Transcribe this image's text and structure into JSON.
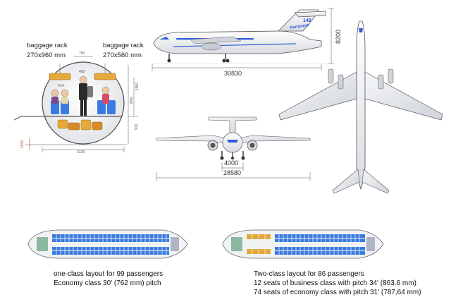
{
  "fuselage_section": {
    "rack_left_label": "baggage rack",
    "rack_left_size": "270x960 mm",
    "rack_right_label": "baggage rack",
    "rack_right_size": "270x560 mm",
    "dim_aisle_top": "750",
    "dim_width": "3130",
    "dim_height_1": "1900",
    "dim_height_2": "2800",
    "dim_floor": "910",
    "dim_seat_left": "414",
    "dim_seat_mid": "450",
    "dim_ground": "1600"
  },
  "side_view": {
    "length": "30830",
    "height": "8200",
    "tail_text": "Антонов",
    "tail_number": "148"
  },
  "front_view": {
    "track": "4000",
    "span": "28580"
  },
  "layout_one_class": {
    "line1": "one-class layout for 99 passengers",
    "line2": "Economy class 30' (762 mm) pitch"
  },
  "layout_two_class": {
    "line1": "Two-class layout for 86 passengers",
    "line2": "12 seats of business class with pitch 34' (863.6 mm)",
    "line3": "74 seats of economy class with pitch 31' (787,64 mm)"
  },
  "colors": {
    "economy_seat": "#3a7be0",
    "business_seat": "#e2a93a",
    "fuselage_fill": "#f1f2f4",
    "wing_fill": "#eceef2",
    "dim_line": "#555555",
    "accent_blue": "#2f5bd6"
  }
}
